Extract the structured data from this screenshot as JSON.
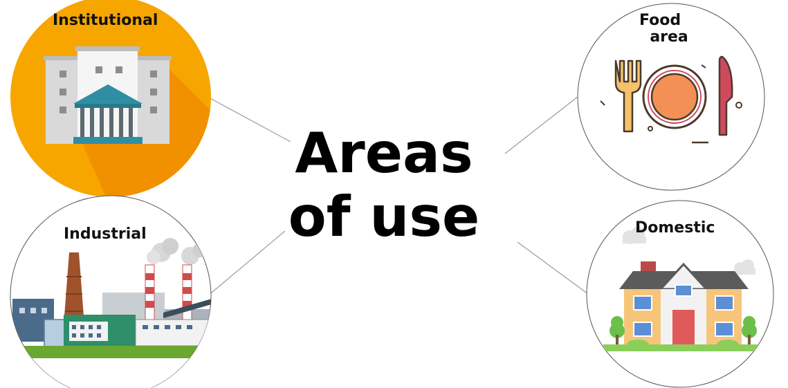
{
  "title": "Areas\nof use",
  "nodes": {
    "institutional": {
      "label": "Institutional"
    },
    "food": {
      "label": "Food\n  area"
    },
    "industrial": {
      "label": "Industrial"
    },
    "domestic": {
      "label": "Domestic"
    }
  },
  "colors": {
    "institutional_bg": "#f7a600",
    "institutional_shadow": "#f08c00",
    "building_grey": "#d9d9d9",
    "building_white": "#f5f5f5",
    "temple_teal": "#2f8ea3",
    "plate_orange": "#f39055",
    "fork_yellow": "#f3c26b",
    "knife_red": "#d04a5e",
    "house_yellow": "#f6c57a",
    "roof_grey": "#5b5b5b",
    "door_red": "#e05a5a",
    "window_blue": "#5b8fd6",
    "tree_green": "#6bbf4a",
    "factory_blue": "#4b6b8a",
    "chimney_red": "#d24a4a",
    "grass_green": "#6aa832",
    "connector": "#9a9a9a",
    "circle_outline": "#555555"
  }
}
